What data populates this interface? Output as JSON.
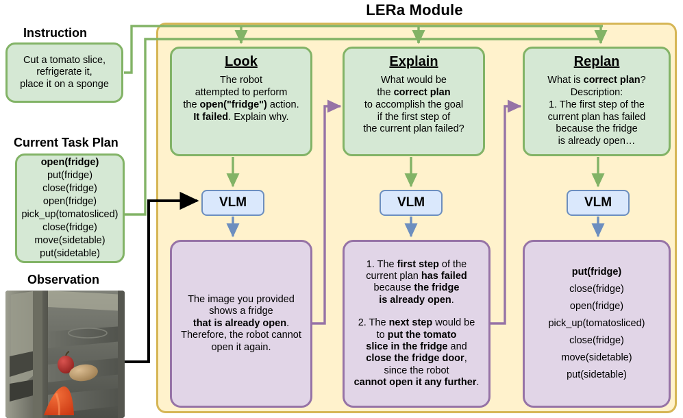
{
  "module": {
    "title": "LERa Module"
  },
  "colors": {
    "module_fill": "#fff2cc",
    "module_border": "#d6b656",
    "prompt_fill": "#d5e8d4",
    "prompt_border": "#82b366",
    "output_fill": "#e1d5e7",
    "output_border": "#9673a6",
    "vlm_fill": "#dae8fc",
    "vlm_border": "#6c8ebf",
    "black_arrow": "#000000"
  },
  "left": {
    "instruction_title": "Instruction",
    "instruction_lines": [
      "Cut a tomato slice,",
      "refrigerate it,",
      "place it on a sponge"
    ],
    "plan_title": "Current Task Plan",
    "plan_steps": [
      "open(fridge)",
      "put(fridge)",
      "close(fridge)",
      "open(fridge)",
      "pick_up(tomatosliced)",
      "close(fridge)",
      "move(sidetable)",
      "put(sidetable)"
    ],
    "plan_bold_index": 0,
    "observation_title": "Observation",
    "observation_alt": "robot camera view of an open fridge interior with an apple, an egg and an orange cone on shelves"
  },
  "stages": [
    {
      "name": "look",
      "title": "Look",
      "prompt_html": "The robot<br>attempted to perform<br>the <b>open(\"fridge\")</b> action.<br><b>It failed</b>. Explain why.",
      "prompt_text": "The robot attempted to perform the open(\"fridge\") action. It failed. Explain why.",
      "vlm_label": "VLM",
      "output_html": "The image you provided<br>shows a fridge<br><b>that is already open</b>.<br>Therefore, the robot cannot<br>open it again.",
      "output_text": "The image you provided shows a fridge that is already open. Therefore, the robot cannot open it again."
    },
    {
      "name": "explain",
      "title": "Explain",
      "prompt_html": "What would be<br>the <b>correct plan</b><br>to accomplish the goal<br>if the first step of<br>the current plan failed?",
      "prompt_text": "What would be the correct plan to accomplish the goal if the first step of the current plan failed?",
      "vlm_label": "VLM",
      "output_html": "<p class=\"para\">1. The <b>first step</b> of the<br>current plan <b>has failed</b><br>because <b>the fridge</b><br><b>is already open</b>.</p><div class=\"gap\"></div><p class=\"para\">2. The <b>next step</b> would be<br>to <b>put the tomato</b><br><b>slice in the fridge</b> and<br><b>close the fridge door</b>,<br>since the robot<br><b>cannot open it any further</b>.</p>",
      "output_text": "1. The first step of the current plan has failed because the fridge is already open. 2. The next step would be to put the tomato slice in the fridge and close the fridge door, since the robot cannot open it any further."
    },
    {
      "name": "replan",
      "title": "Replan",
      "prompt_html": "What is <b>correct plan</b>?<br>Description:<br>1. The first step of the<br>current plan has failed<br>because the fridge<br>is already open…",
      "prompt_text": "What is correct plan? Description: 1. The first step of the current plan has failed because the fridge is already open…",
      "vlm_label": "VLM",
      "output_steps": [
        "put(fridge)",
        "close(fridge)",
        "open(fridge)",
        "pick_up(tomatosliced)",
        "close(fridge)",
        "move(sidetable)",
        "put(sidetable)"
      ],
      "output_bold_index": 0
    }
  ]
}
